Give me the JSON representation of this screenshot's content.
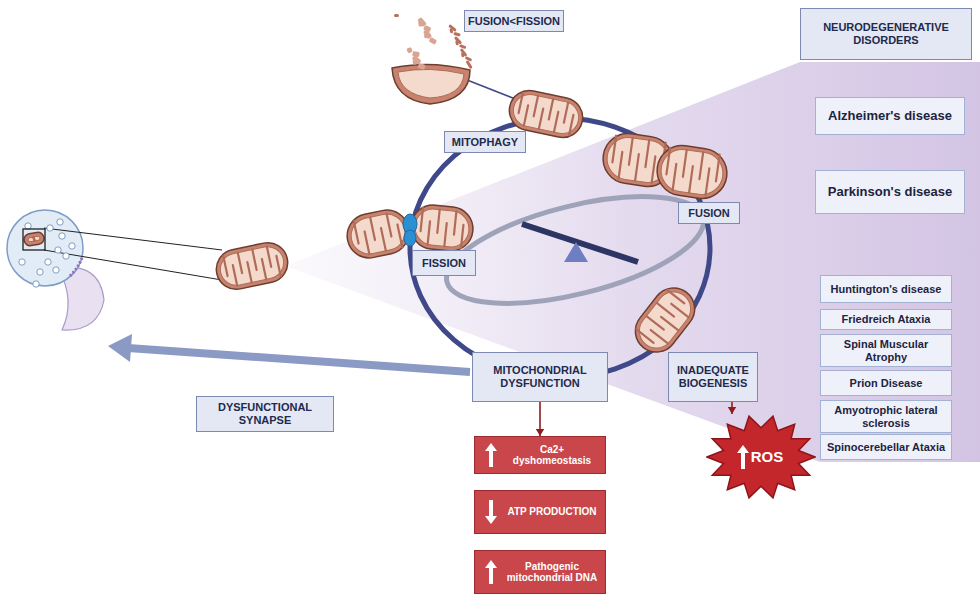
{
  "diagram": {
    "nodes": [
      {
        "text": [
          "FUSION<FISSION"
        ]
      },
      {
        "text": [
          "NEURODEGENERATIVE DISORDERS"
        ]
      },
      {
        "text": [
          "Alzheimer's disease"
        ]
      },
      {
        "text": [
          "MITOPHAGY"
        ]
      },
      {
        "text": [
          "Parkinson's disease"
        ]
      },
      {
        "text": [
          "FUSION"
        ]
      },
      {
        "text": [
          "FISSION"
        ]
      },
      {
        "text": [
          "Huntington's disease"
        ]
      },
      {
        "text": [
          "Friedreich Ataxia"
        ]
      },
      {
        "text": [
          "Spinal Muscular Atrophy"
        ]
      },
      {
        "text": [
          "MITOCHONDRIAL DYSFUNCTION"
        ]
      },
      {
        "text": [
          "INADEQUATE BIOGENESIS"
        ]
      },
      {
        "text": [
          "Prion Disease"
        ]
      },
      {
        "text": [
          "Amyotrophic lateral sclerosis"
        ]
      },
      {
        "text": [
          "DYSFUNCTIONAL SYNAPSE"
        ]
      },
      {
        "text": [
          "Spinocerebellar Ataxia"
        ]
      },
      {
        "text": [
          "ROS"
        ]
      },
      {
        "text": [
          "Ca2+ dyshomeostasis"
        ]
      },
      {
        "text": [
          "ATP PRODUCTION"
        ]
      },
      {
        "text": [
          "Pathogenic mitochondrial DNA"
        ]
      }
    ],
    "edges": [
      {
        "from": 10,
        "to": 17,
        "arrow": "to"
      },
      {
        "from": 11,
        "to": 16,
        "arrow": "to"
      }
    ]
  }
}
